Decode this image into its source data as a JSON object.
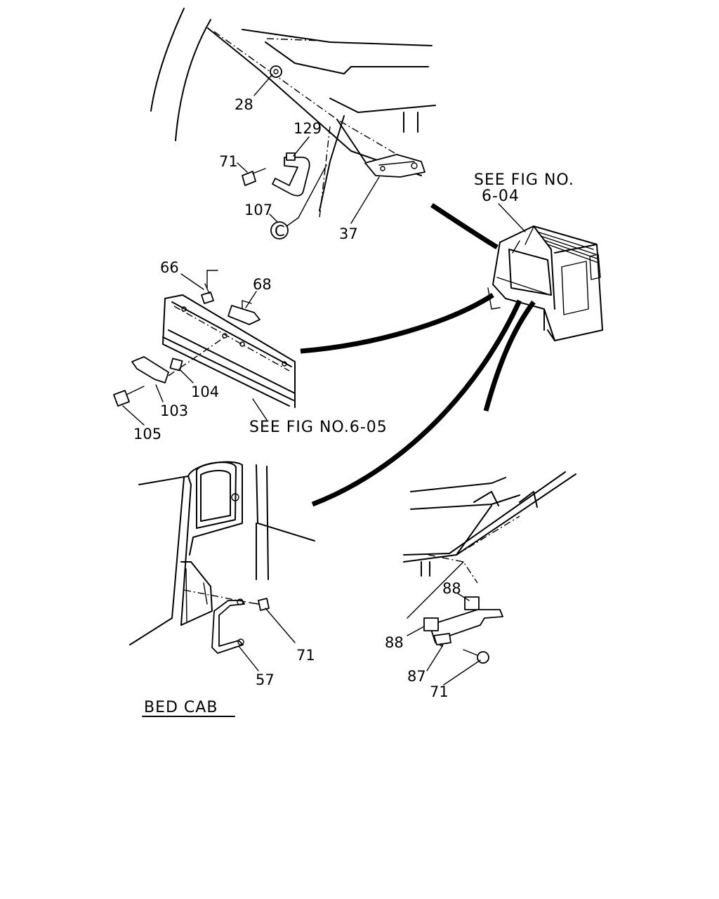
{
  "callouts": {
    "c28": "28",
    "c129": "129",
    "c71_top": "71",
    "c107": "107",
    "c37": "37",
    "c66": "66",
    "c68": "68",
    "c104": "104",
    "c103": "103",
    "c105": "105",
    "c71_bl": "71",
    "c57": "57",
    "c88_a": "88",
    "c88_b": "88",
    "c87": "87",
    "c71_br": "71"
  },
  "references": {
    "see_fig_604_line1": "SEE FIG NO.",
    "see_fig_604_line2": "6-04",
    "see_fig_605": "SEE FIG NO.6-05"
  },
  "section_title": "BED CAB",
  "icons": {
    "clip_marker": "c-clip-icon"
  }
}
